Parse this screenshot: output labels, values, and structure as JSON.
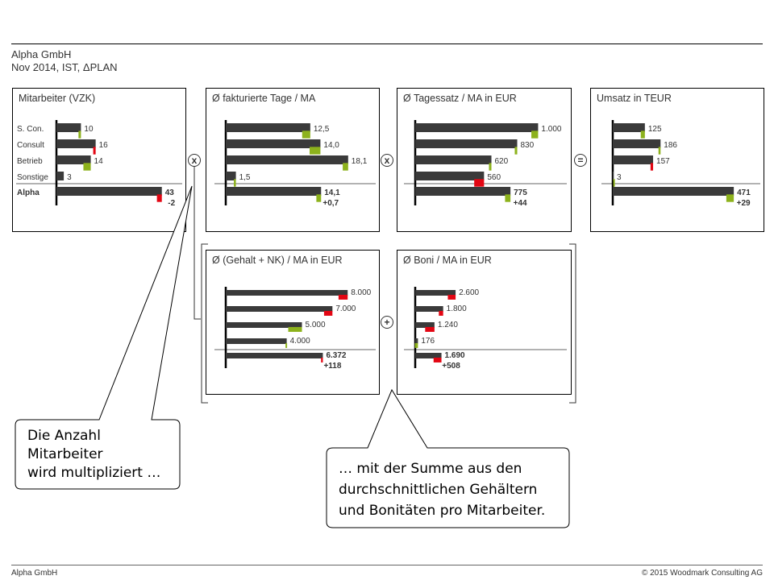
{
  "header": {
    "company": "Alpha GmbH",
    "subtitle": "Nov 2014, IST, ΔPLAN"
  },
  "operators": {
    "multiply": "x",
    "equals": "=",
    "plus": "+"
  },
  "callouts": {
    "left": [
      "Die Anzahl",
      "Mitarbeiter",
      "wird multipliziert …"
    ],
    "right": [
      "… mit der Summe aus den",
      "durchschnittlichen Gehältern",
      "und Bonitäten pro Mitarbeiter."
    ]
  },
  "footer": {
    "left": "Alpha GmbH",
    "right": "© 2015 Woodmark Consulting AG"
  },
  "colors": {
    "bar": "#3a3a3a",
    "positive": "#8db21c",
    "negative": "#e30613",
    "axis": "#000000"
  },
  "chart_data": [
    {
      "id": "mitarbeiter",
      "title": "Mitarbeiter (VZK)",
      "type": "bar",
      "categories": [
        "S. Con.",
        "Consult",
        "Betrieb",
        "Sonstige"
      ],
      "values": [
        10,
        16,
        14,
        3
      ],
      "value_labels": [
        "10",
        "16",
        "14",
        "3"
      ],
      "deltas": [
        1,
        -1,
        3,
        0
      ],
      "total": {
        "category": "Alpha",
        "value": 43,
        "value_label": "43",
        "delta": -2,
        "delta_label": "-2"
      },
      "xlim": [
        0,
        50
      ]
    },
    {
      "id": "tage",
      "title": "Ø fakturierte Tage / MA",
      "type": "bar",
      "categories": [
        "S. Con.",
        "Consult",
        "Betrieb",
        "Sonstige"
      ],
      "values": [
        12.5,
        14.0,
        18.1,
        1.5
      ],
      "value_labels": [
        "12,5",
        "14,0",
        "18,1",
        "1,5"
      ],
      "deltas": [
        1.2,
        1.6,
        0.8,
        0.3
      ],
      "total": {
        "category": "Alpha",
        "value": 14.1,
        "value_label": "14,1",
        "delta": 0.7,
        "delta_label": "+0,7"
      },
      "xlim": [
        0,
        18.6
      ]
    },
    {
      "id": "tagessatz",
      "title": "Ø Tagessatz / MA in EUR",
      "type": "bar",
      "categories": [
        "S. Con.",
        "Consult",
        "Betrieb",
        "Sonstige"
      ],
      "values": [
        1000,
        830,
        620,
        560
      ],
      "value_labels": [
        "1.000",
        "830",
        "620",
        "560"
      ],
      "deltas": [
        55,
        20,
        20,
        -80
      ],
      "total": {
        "category": "Alpha",
        "value": 775,
        "value_label": "775",
        "delta": 44,
        "delta_label": "+44"
      },
      "xlim": [
        0,
        1030
      ]
    },
    {
      "id": "umsatz",
      "title": "Umsatz in TEUR",
      "type": "bar",
      "categories": [
        "S. Con.",
        "Consult",
        "Betrieb",
        "Sonstige"
      ],
      "values": [
        125,
        186,
        157,
        3
      ],
      "value_labels": [
        "125",
        "186",
        "157",
        "3"
      ],
      "deltas": [
        16,
        8,
        -10,
        1
      ],
      "total": {
        "category": "Alpha",
        "value": 471,
        "value_label": "471",
        "delta": 29,
        "delta_label": "+29"
      },
      "xlim": [
        0,
        480
      ]
    },
    {
      "id": "gehalt",
      "title": "Ø (Gehalt + NK) / MA in EUR",
      "type": "bar",
      "categories": [
        "S. Con.",
        "Consult",
        "Betrieb",
        "Sonstige"
      ],
      "values": [
        8000,
        7000,
        5000,
        4000
      ],
      "value_labels": [
        "8.000",
        "7.000",
        "5.000",
        "4.000"
      ],
      "deltas": [
        -600,
        -550,
        900,
        80
      ],
      "total": {
        "category": "Alpha",
        "value": 6372,
        "value_label": "6.372",
        "delta": -118,
        "delta_label": "+118"
      },
      "xlim": [
        0,
        8200
      ]
    },
    {
      "id": "boni",
      "title": "Ø Boni / MA in EUR",
      "type": "bar",
      "categories": [
        "S. Con.",
        "Consult",
        "Betrieb",
        "Sonstige"
      ],
      "values": [
        2600,
        1800,
        1240,
        176
      ],
      "value_labels": [
        "2.600",
        "1.800",
        "1.240",
        "176"
      ],
      "deltas": [
        -500,
        -280,
        -600,
        200
      ],
      "total": {
        "category": "Alpha",
        "value": 1690,
        "value_label": "1.690",
        "delta": -508,
        "delta_label": "+508"
      },
      "xlim": [
        0,
        2700
      ]
    }
  ]
}
